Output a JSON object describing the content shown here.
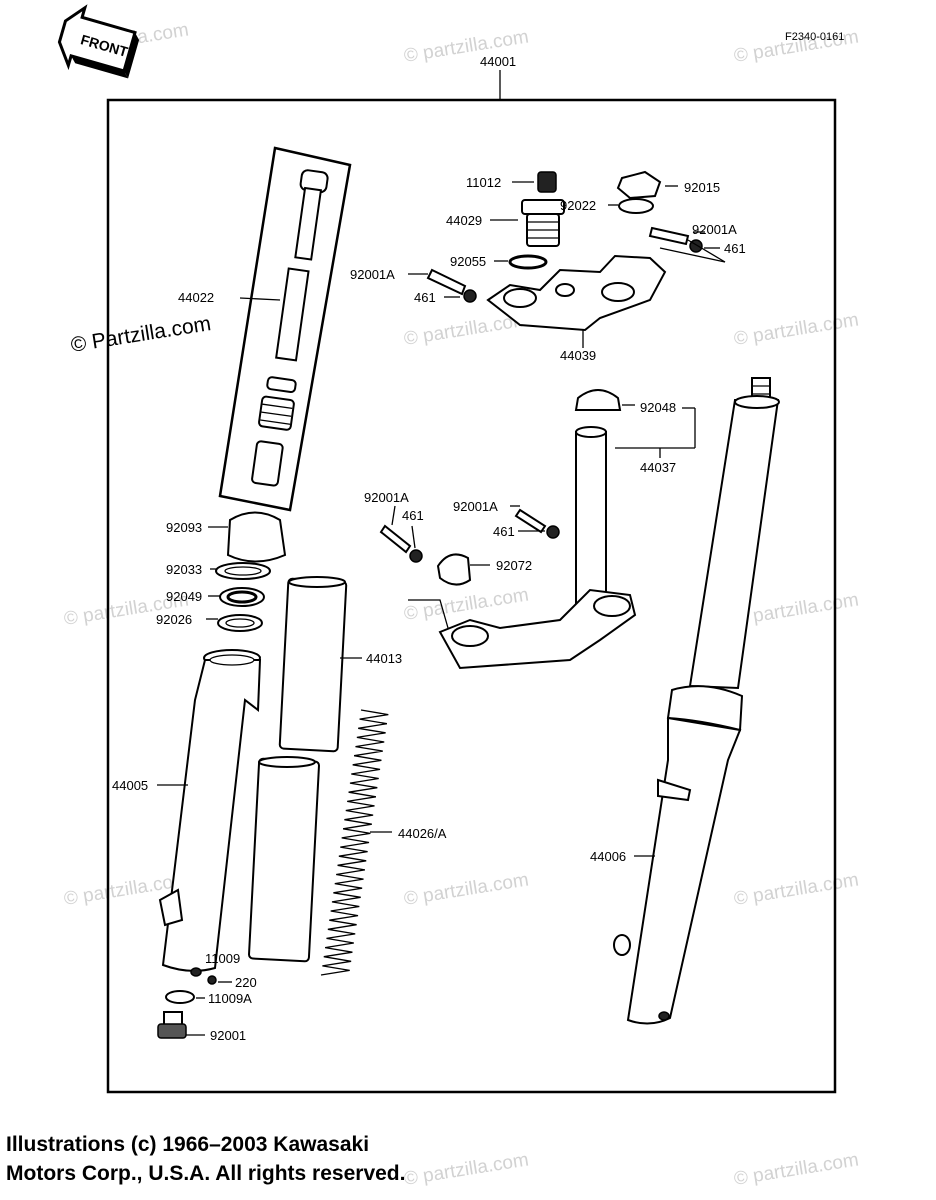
{
  "figure_id": "F2340-0161",
  "front_badge": "FRONT",
  "watermark": "© Partzilla.com",
  "watermark_small": "© partzilla.com",
  "copyright": {
    "line1": "Illustrations (c) 1966–2003 Kawasaki",
    "line2": "Motors Corp., U.S.A.  All rights reserved."
  },
  "callouts": {
    "assembly": "44001",
    "cap_bolt": "11012",
    "stem_head": "44029",
    "o_ring": "92055",
    "nut": "92015",
    "washer_top": "92022",
    "bolt_right_top": "92001A",
    "nut_right_top": "461",
    "bolt_left_top": "92001A",
    "nut_left_top": "461",
    "upper_bracket": "44039",
    "damper_kit": "44022",
    "cap_92048": "92048",
    "stem_bracket": "44037",
    "bolt_mid_left": "92001A",
    "nut_mid_left": "461",
    "bolt_mid_right": "92001A",
    "nut_mid_right": "461",
    "clamp": "92072",
    "dust_seal": "92093",
    "ring": "92033",
    "oil_seal": "92049",
    "washer_seal": "92026",
    "inner_tube": "44013",
    "left_outer_tube": "44005",
    "spring": "44026/A",
    "right_fork": "44006",
    "drain_bolt": "11009",
    "bolt_220": "220",
    "gasket": "11009A",
    "bottom_bolt": "92001"
  }
}
